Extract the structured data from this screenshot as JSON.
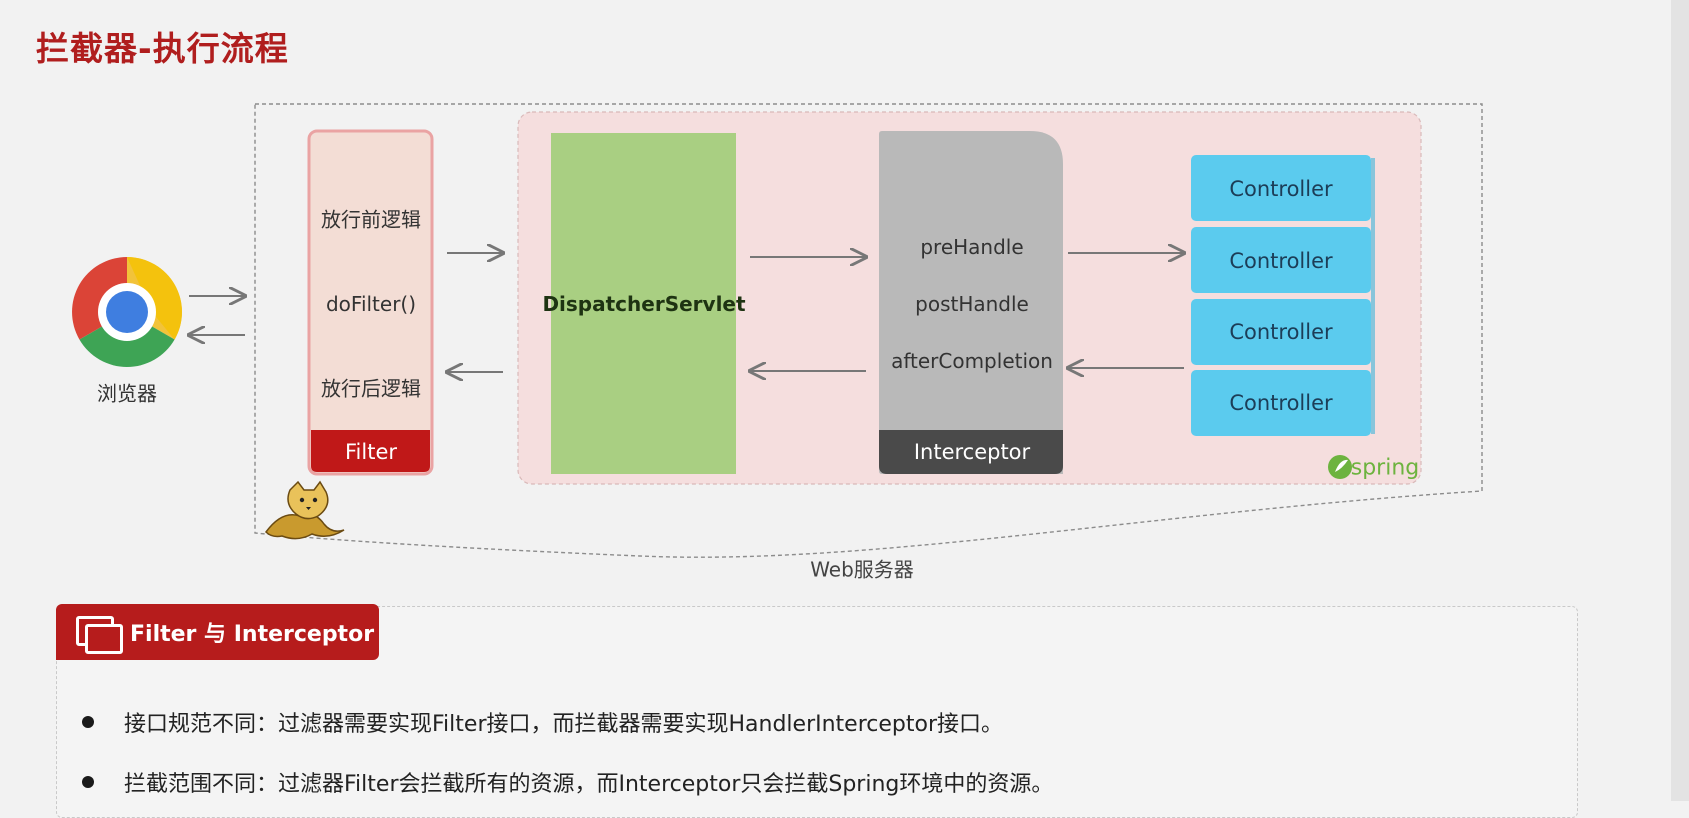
{
  "title": "拦截器-执行流程",
  "browser": {
    "label": "浏览器",
    "icon": "chrome-browser-icon"
  },
  "filter": {
    "before": "放行前逻辑",
    "call": "doFilter()",
    "after": "放行后逻辑",
    "name": "Filter"
  },
  "dispatcher": {
    "label": "DispatcherServlet"
  },
  "interceptor": {
    "methods": [
      "preHandle",
      "postHandle",
      "afterCompletion"
    ],
    "name": "Interceptor"
  },
  "controllers": [
    "Controller",
    "Controller",
    "Controller",
    "Controller"
  ],
  "spring_logo": "spring",
  "server_label": "Web服务器",
  "tomcat_icon": "tomcat-cat-icon",
  "panel": {
    "title": "Filter 与 Interceptor",
    "bullets": [
      "接口规范不同：过滤器需要实现Filter接口，而拦截器需要实现HandlerInterceptor接口。",
      "拦截范围不同：过滤器Filter会拦截所有的资源，而Interceptor只会拦截Spring环境中的资源。"
    ]
  },
  "colors": {
    "title_red": "#b01e1e",
    "filter_bg": "#f3ddd5",
    "filter_border": "#e8a0a0",
    "filter_label_bg": "#c01818",
    "spring_container_bg": "#f5dede",
    "dispatcher_green": "#a9cf82",
    "interceptor_gray": "#b9b9b9",
    "interceptor_label_bg": "#4a4a4a",
    "controller_blue": "#5bcbee",
    "spring_green": "#6db33f"
  }
}
